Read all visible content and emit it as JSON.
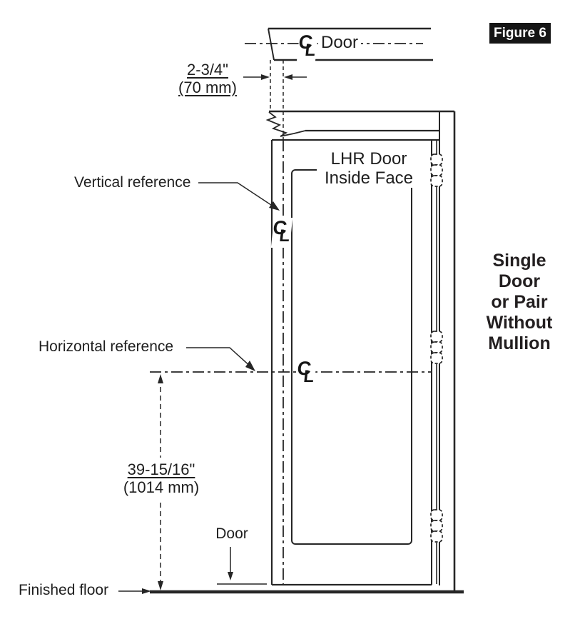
{
  "figure": {
    "badge_label": "Figure 6"
  },
  "plan_view": {
    "door_centerline_label": "Door"
  },
  "dimensions": {
    "backset_inches": "2-3/4\"",
    "backset_mm": "(70 mm)",
    "height_inches": "39-15/16\"",
    "height_mm": "(1014 mm)"
  },
  "labels": {
    "vertical_reference": "Vertical reference",
    "horizontal_reference": "Horizontal reference",
    "lhr_line1": "LHR Door",
    "lhr_line2": "Inside Face",
    "door_bottom": "Door",
    "finished_floor": "Finished floor"
  },
  "side_note": {
    "lines": [
      "Single",
      "Door",
      "or Pair",
      "Without",
      "Mullion"
    ]
  },
  "symbols": {
    "centerline_c": "C",
    "centerline_l": "L"
  },
  "colors": {
    "ink": "#1e1e1e",
    "badge_background": "#151515",
    "badge_text": "#ffffff",
    "background": "#ffffff"
  }
}
